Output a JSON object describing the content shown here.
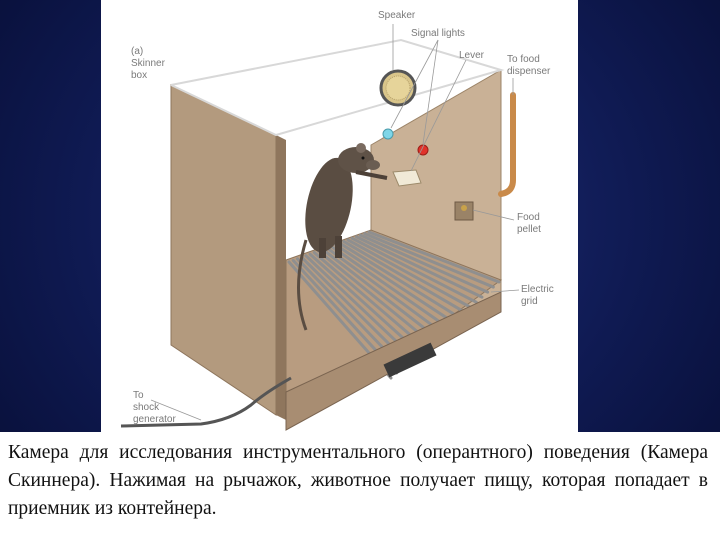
{
  "figure": {
    "labels": {
      "panel": "(a)\nSkinner\nbox",
      "speaker": "Speaker",
      "signal_lights": "Signal lights",
      "lever": "Lever",
      "food_dispenser": "To food\ndispenser",
      "food_pellet": "Food\npellet",
      "electric_grid": "Electric\ngrid",
      "shock_generator": "To\nshock\ngenerator"
    },
    "colors": {
      "box_wall": "#c9b196",
      "box_front": "#a88d72",
      "box_floor": "#b89c80",
      "grid_bar": "#8f8f8f",
      "light_blue": "#7fd6e8",
      "light_red": "#e0322a",
      "tube": "#c98a4a",
      "rat": "#5a4d42"
    },
    "icons": [
      "speaker-grille",
      "signal-light",
      "lever",
      "food-tube",
      "rat",
      "cable"
    ]
  },
  "caption": {
    "text": "Камера для исследования инструментального (оперантного) поведения (Камера Скиннера). Нажимая на рычажок, животное получает пищу, которая попадает в приемник из контейнера."
  }
}
